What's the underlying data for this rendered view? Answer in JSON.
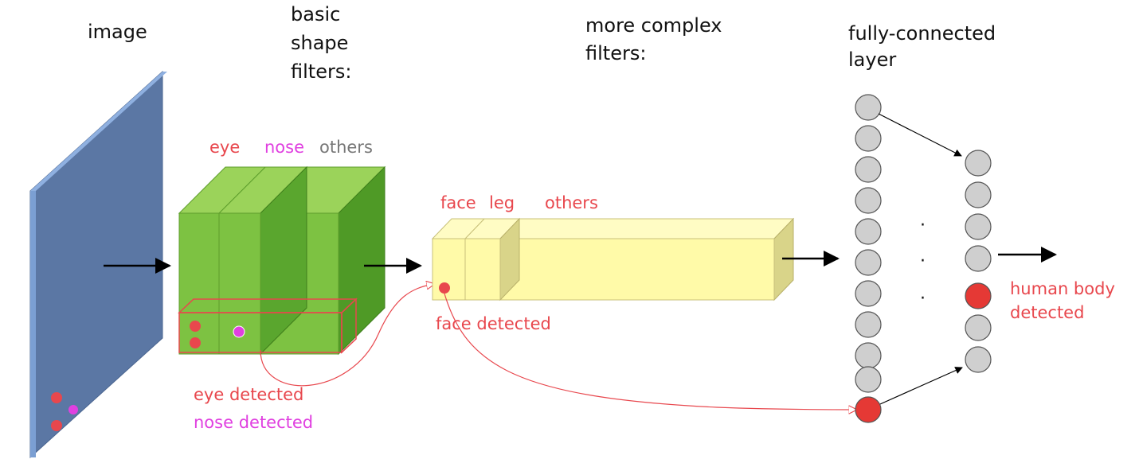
{
  "headings": {
    "image": "image",
    "basic": [
      "basic",
      "shape",
      "filters:"
    ],
    "complex": [
      "more complex",
      "filters:"
    ],
    "fc": [
      "fully-connected",
      "layer"
    ]
  },
  "basic_filter_labels": {
    "eye": "eye",
    "nose": "nose",
    "others": "others"
  },
  "complex_filter_labels": {
    "face": "face",
    "leg": "leg",
    "others": "others"
  },
  "annotations": {
    "eye_detected": "eye detected",
    "nose_detected": "nose detected",
    "face_detected": "face detected",
    "human_line1": "human body",
    "human_line2": "detected"
  },
  "ellipsis": "·",
  "colors": {
    "image_face": "#5b77a4",
    "image_side": "#7b9fd3",
    "filter_green": "#7dc242",
    "filter_green_side": "#4f9a26",
    "filter_green_top": "#9bd35a",
    "filter_yellow": "#fffaa8",
    "filter_yellow_side": "#d9d489",
    "red": "#e8474d",
    "magenta": "#e040e0",
    "label_red": "#e8474d",
    "label_gray": "#777777",
    "node_gray": "#cfcfcf",
    "node_active": "#e53935"
  }
}
